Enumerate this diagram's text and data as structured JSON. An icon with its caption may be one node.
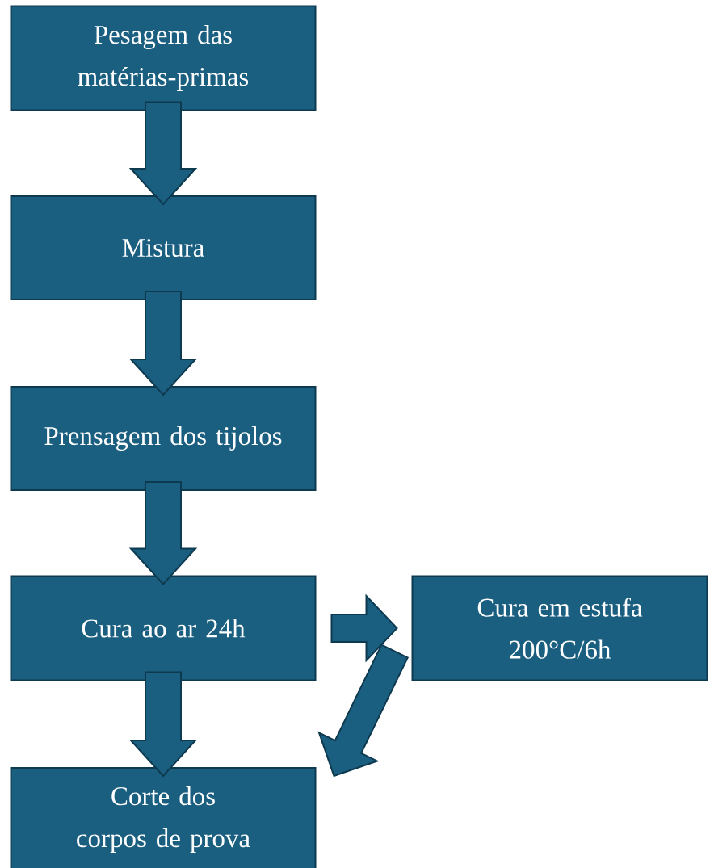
{
  "diagram": {
    "nodes": [
      {
        "text": [
          "Pesagem das matérias-primas"
        ]
      },
      {
        "text": [
          "Mistura"
        ]
      },
      {
        "text": [
          "Prensagem dos tijolos"
        ]
      },
      {
        "text": [
          "Cura ao ar 24h"
        ]
      },
      {
        "text": [
          "Cura em estufa 200°C/6h"
        ]
      },
      {
        "text": [
          "Corte dos corpos de prova"
        ]
      }
    ],
    "edges": [
      {
        "from": 0,
        "to": 1,
        "arrow": "to"
      },
      {
        "from": 1,
        "to": 2,
        "arrow": "to"
      },
      {
        "from": 2,
        "to": 3,
        "arrow": "to"
      },
      {
        "from": 3,
        "to": 4,
        "arrow": "to"
      },
      {
        "from": 3,
        "to": 5,
        "arrow": "to"
      },
      {
        "from": 4,
        "to": 5,
        "arrow": "to"
      }
    ]
  }
}
